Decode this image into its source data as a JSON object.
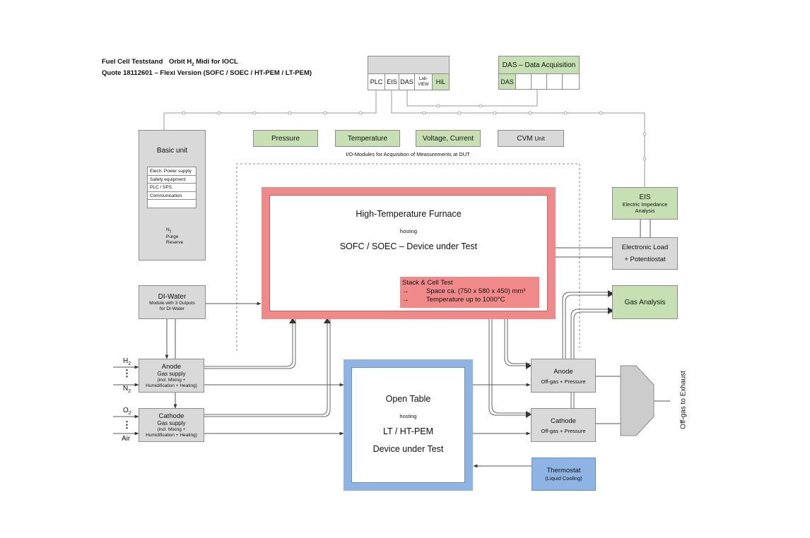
{
  "header": {
    "line1_a": "Fuel Cell Teststand",
    "line1_b": "Orbit H",
    "line1_sub": "2",
    "line1_c": " Midi for IOCL",
    "line2": "Quote 18112601 – Flexi Version (SOFC / SOEC / HT-PEM / LT-PEM)"
  },
  "controller": {
    "cells": [
      "PLC",
      "EIS",
      "DAS",
      "Lab-\nVIEW",
      "HiL"
    ]
  },
  "das": {
    "title": "DAS – Data Acquisition",
    "first_cell": "DAS"
  },
  "io": {
    "pressure": "Pressure",
    "temperature": "Temperature",
    "voltage": "Voltage, Current",
    "cvm": "CVM",
    "cvm_unit": "Unit",
    "caption": "I/O-Modules for Acquisition of Measurements at DUT"
  },
  "basic_unit": {
    "title": "Basic unit",
    "items": [
      "Electr. Power supply",
      "Safety equipment",
      "PLC / SPS",
      "Communication",
      ""
    ],
    "reserve_label_a": "N",
    "reserve_label_sub": "2",
    "reserve_label_b": "Purge",
    "reserve_label_c": "Reserve"
  },
  "furnace": {
    "title": "High-Temperature Furnace",
    "hosting": "hosting",
    "dut": "SOFC / SOEC – Device under Test",
    "stack_title": "Stack & Cell Test",
    "bullet": "→",
    "stack_line1": "Space ca. (750 x 580 x 450) mm³",
    "stack_line2": "Temperature up to 1000°C"
  },
  "eis": {
    "title": "EIS",
    "line1": "Electric Impedance",
    "line2": "Analysis"
  },
  "eload": {
    "line1": "Electronic Load",
    "line2": "+ Potentiostat"
  },
  "gas_analysis": "Gas Analysis",
  "di_water": {
    "title": "DI-Water",
    "line1": "Module with 3 Outputs",
    "line2": "for DI-Water"
  },
  "anode_supply": {
    "title": "Anode",
    "line1": "Gas supply",
    "line2": "(incl. Mixing +",
    "line3": "Humidification + Heating)"
  },
  "cathode_supply": {
    "title": "Cathode",
    "line1": "Gas supply",
    "line2": "(incl. Mixing +",
    "line3": "Humidification + Heating)"
  },
  "gas_labels": {
    "h2": "H",
    "h2_sub": "2",
    "n2": "N",
    "n2_sub": "2",
    "o2": "O",
    "o2_sub": "2",
    "air": "Air",
    "dots": "⋮"
  },
  "open_table": {
    "title": "Open Table",
    "hosting": "hosting",
    "dut": "LT / HT-PEM",
    "dut2": "Device under Test"
  },
  "anode_offgas": {
    "title": "Anode",
    "line1": "Off-gas + Pressure"
  },
  "cathode_offgas": {
    "title": "Cathode",
    "line1": "Off-gas + Pressure"
  },
  "exhaust": "Off-gas to Exhaust",
  "thermostat": {
    "title": "Thermostat",
    "line1": "(Liquid Cooling)"
  },
  "colors": {
    "gray": "#d9d9d9",
    "green": "#c6e0b4",
    "furnace": "#f08a8a",
    "blue": "#8eb4e3"
  }
}
